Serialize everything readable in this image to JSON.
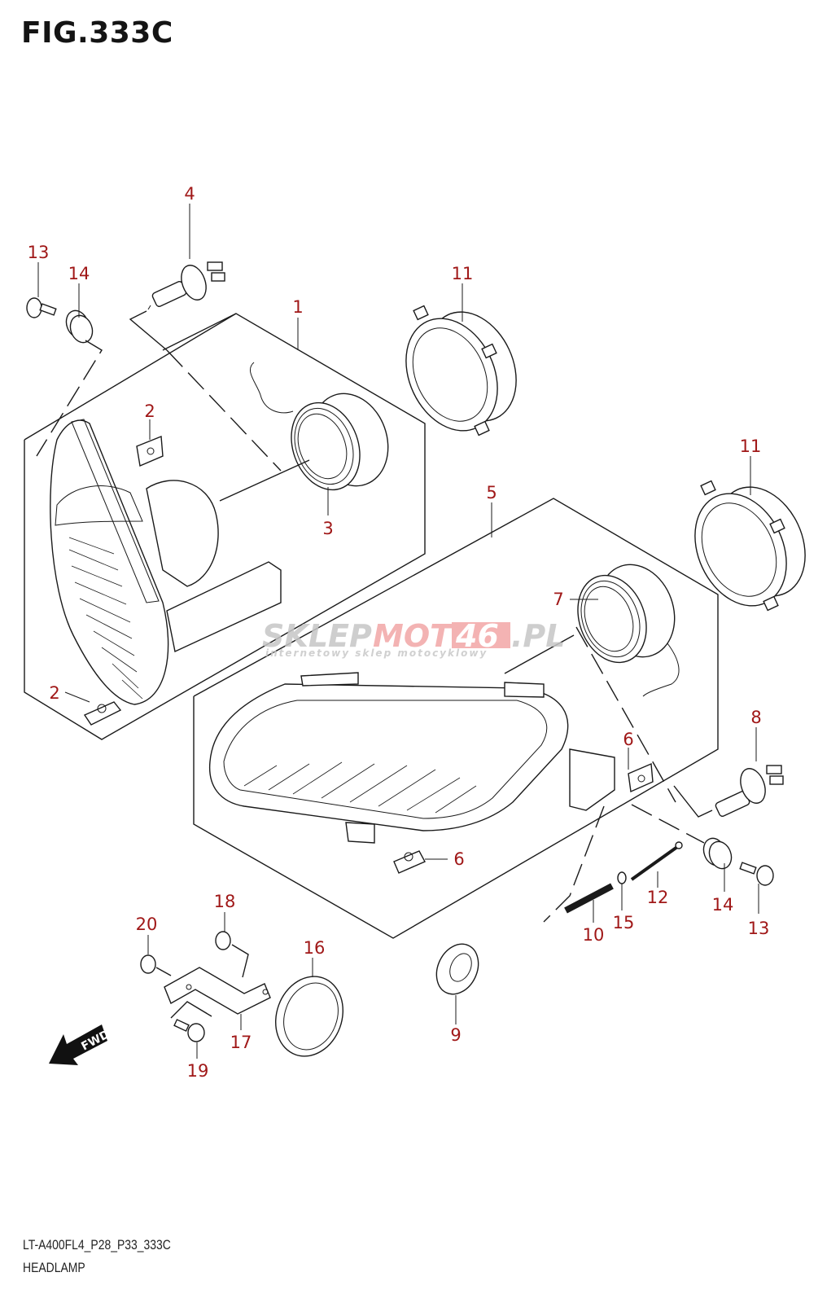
{
  "figure": {
    "title": "FIG.333C",
    "code": "LT-A400FL4_P28_P33_333C",
    "name": "HEADLAMP"
  },
  "watermark": {
    "part1": "SKLEP",
    "part2": "MOTO",
    "part3": "46",
    "part4": ".PL",
    "tagline": "internetowy sklep motocyklowy"
  },
  "direction_indicator": {
    "label": "FWD",
    "icon": "arrow-down-left-icon"
  },
  "colors": {
    "callout": "#a01818",
    "line": "#1a1a1a",
    "watermark_gray": "#c8c8c8",
    "watermark_red": "#f0a0a0"
  },
  "callouts": [
    {
      "id": "c1",
      "number": "1",
      "part": "headlamp-assembly-left"
    },
    {
      "id": "c2a",
      "number": "2",
      "part": "clip-nut"
    },
    {
      "id": "c2b",
      "number": "2",
      "part": "clip-nut"
    },
    {
      "id": "c3",
      "number": "3",
      "part": "bulb-socket-cover"
    },
    {
      "id": "c4",
      "number": "4",
      "part": "headlamp-bulb"
    },
    {
      "id": "c5",
      "number": "5",
      "part": "headlamp-assembly-right"
    },
    {
      "id": "c6a",
      "number": "6",
      "part": "clip-nut"
    },
    {
      "id": "c6b",
      "number": "6",
      "part": "clip-nut"
    },
    {
      "id": "c7",
      "number": "7",
      "part": "bulb-socket-cover"
    },
    {
      "id": "c8",
      "number": "8",
      "part": "headlamp-bulb"
    },
    {
      "id": "c9",
      "number": "9",
      "part": "rubber-ring"
    },
    {
      "id": "c10",
      "number": "10",
      "part": "spring"
    },
    {
      "id": "c11a",
      "number": "11",
      "part": "retaining-ring"
    },
    {
      "id": "c11b",
      "number": "11",
      "part": "retaining-ring"
    },
    {
      "id": "c12",
      "number": "12",
      "part": "adjusting-screw"
    },
    {
      "id": "c13a",
      "number": "13",
      "part": "screw"
    },
    {
      "id": "c13b",
      "number": "13",
      "part": "screw"
    },
    {
      "id": "c14a",
      "number": "14",
      "part": "cushion"
    },
    {
      "id": "c14b",
      "number": "14",
      "part": "cushion"
    },
    {
      "id": "c15",
      "number": "15",
      "part": "washer"
    },
    {
      "id": "c16",
      "number": "16",
      "part": "reflector"
    },
    {
      "id": "c17",
      "number": "17",
      "part": "bracket"
    },
    {
      "id": "c18",
      "number": "18",
      "part": "nut"
    },
    {
      "id": "c19",
      "number": "19",
      "part": "screw"
    },
    {
      "id": "c20",
      "number": "20",
      "part": "nut"
    }
  ]
}
